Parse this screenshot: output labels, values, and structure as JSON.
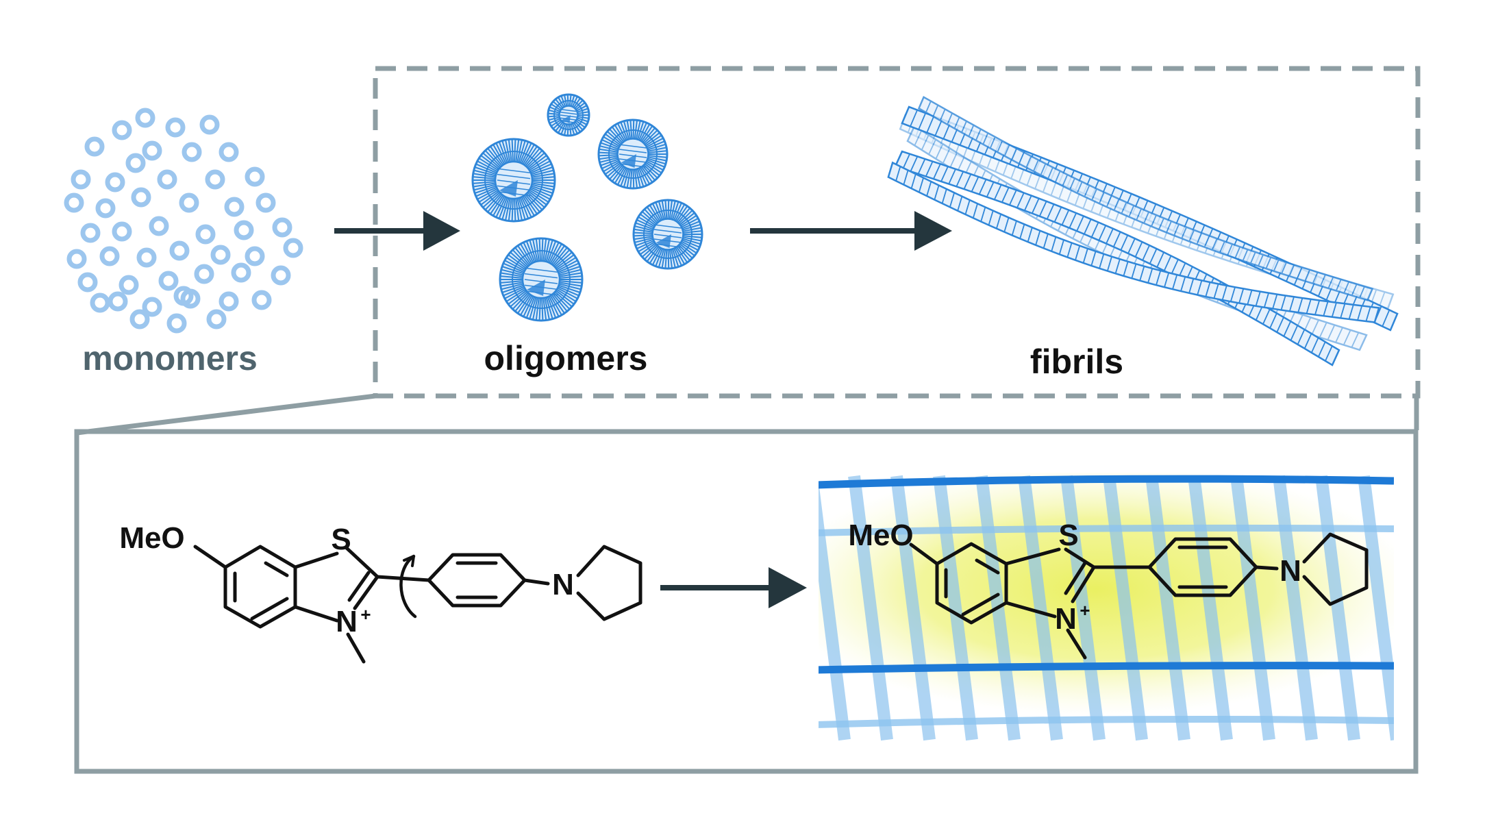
{
  "labels": {
    "monomers": "monomers",
    "oligomers": "oligomers",
    "fibrils": "fibrils"
  },
  "molecule_free": {
    "substituent": "MeO",
    "sulfur": "S",
    "nitrogen_cation": "N",
    "charge": "+",
    "amine_nitrogen": "N"
  },
  "molecule_bound": {
    "substituent": "MeO",
    "sulfur": "S",
    "nitrogen_cation": "N",
    "charge": "+",
    "amine_nitrogen": "N"
  },
  "colors": {
    "monomer_ring": "#9cc6ee",
    "monomer_label": "#4f646d",
    "aggregate_blue": "#2f86d8",
    "fibril_band": "#1e7ad6",
    "fibril_stripe": "#8cc3ef",
    "glow": "#eef37a",
    "arrow": "#24363d",
    "frame": "#8e9ea3",
    "text": "#111111"
  }
}
